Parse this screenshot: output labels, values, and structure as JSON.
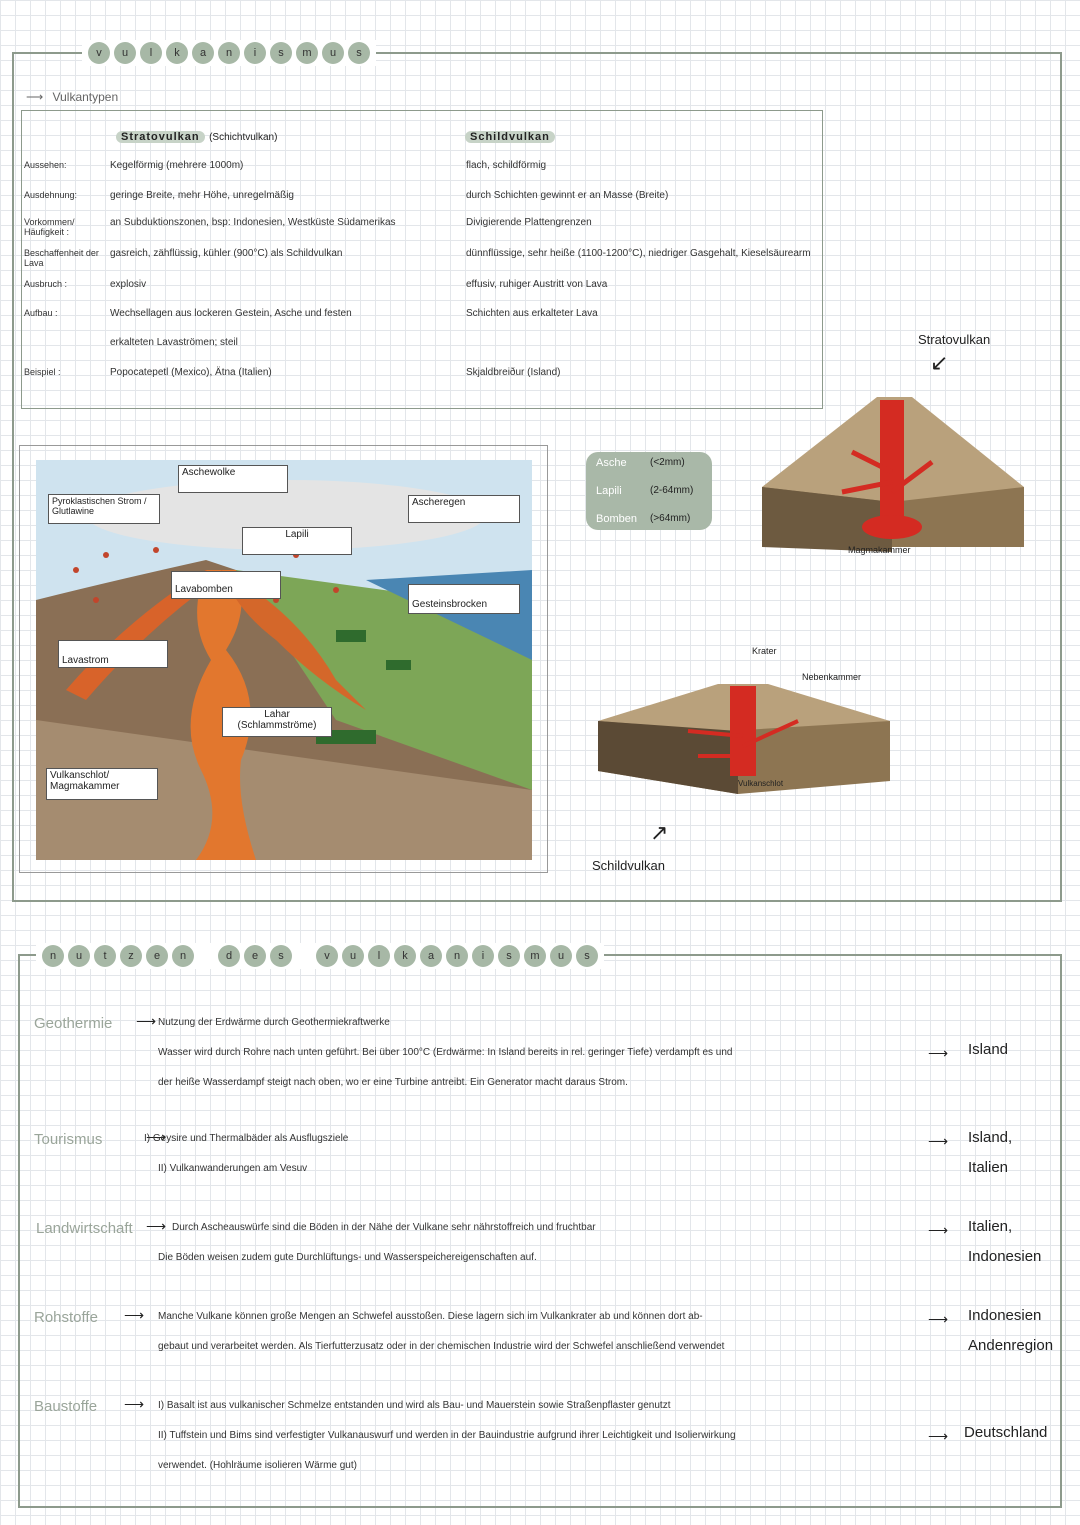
{
  "section1": {
    "title_letters": [
      "v",
      "u",
      "l",
      "k",
      "a",
      "n",
      "i",
      "s",
      "m",
      "u",
      "s"
    ],
    "subtitle": "Vulkantypen",
    "table": {
      "col1_title": "Stratovulkan",
      "col1_note": "(Schichtvulkan)",
      "col2_title": "Schildvulkan",
      "rows": [
        {
          "label": "Aussehen:",
          "strato": "Kegelförmig (mehrere 1000m)",
          "schild": "flach, schildförmig"
        },
        {
          "label": "Ausdehnung:",
          "strato": "geringe Breite, mehr Höhe, unregelmäßig",
          "schild": "durch Schichten gewinnt er an Masse (Breite)"
        },
        {
          "label": "Vorkommen/ Häufigkeit :",
          "strato": "an Subduktionszonen, bsp: Indonesien, Westküste Südamerikas",
          "schild": "Divigierende Plattengrenzen"
        },
        {
          "label": "Beschaffenheit der Lava",
          "strato": "gasreich, zähflüssig, kühler (900°C) als Schildvulkan",
          "schild": "dünnflüssige, sehr heiße (1100-1200°C), niedriger Gasgehalt, Kieselsäurearm"
        },
        {
          "label": "Ausbruch :",
          "strato": "explosiv",
          "schild": "effusiv, ruhiger Austritt von Lava"
        },
        {
          "label": "Aufbau :",
          "strato": "Wechsellagen aus lockeren Gestein, Asche und festen",
          "schild": "Schichten aus erkalteter Lava"
        },
        {
          "label": "",
          "strato": "erkalteten Lavaströmen; steil",
          "schild": ""
        },
        {
          "label": "Beispiel :",
          "strato": "Popocatepetl (Mexico), Ätna (Italien)",
          "schild": "Skjaldbreiður (Island)"
        }
      ]
    },
    "diagram_labels": {
      "aschewolke": "Aschewolke",
      "pyroklastisch": "Pyroklastischen Strom / Glutlawine",
      "ascheregen": "Ascheregen",
      "lapili": "Lapili",
      "lavabomben": "Lavabomben",
      "gesteinsbrocken": "Gesteinsbrocken",
      "lavastrom": "Lavastrom",
      "lahar": "Lahar (Schlammströme)",
      "vulkanschlot": "Vulkanschlot/ Magmakammer"
    },
    "ejecta": [
      {
        "name": "Asche",
        "size": "(<2mm)"
      },
      {
        "name": "Lapili",
        "size": "(2-64mm)"
      },
      {
        "name": "Bomben",
        "size": "(>64mm)"
      }
    ],
    "strato_caption": "Stratovulkan",
    "magmakammer": "Magmakammer",
    "krater": "Krater",
    "nebenkammer": "Nebenkammer",
    "vulkanschlot": "Vulkanschlot",
    "schild_caption": "Schildvulkan"
  },
  "section2": {
    "title_words": [
      [
        "n",
        "u",
        "t",
        "z",
        "e",
        "n"
      ],
      [
        "d",
        "e",
        "s"
      ],
      [
        "v",
        "u",
        "l",
        "k",
        "a",
        "n",
        "i",
        "s",
        "m",
        "u",
        "s"
      ]
    ],
    "items": [
      {
        "heading": "Geothermie",
        "lines": [
          "Nutzung der Erdwärme durch Geothermiekraftwerke",
          "Wasser wird durch Rohre nach unten geführt. Bei über 100°C (Erdwärme: In Island bereits in rel. geringer Tiefe) verdampft es und",
          "der heiße Wasserdampf steigt nach oben, wo er eine Turbine antreibt. Ein Generator macht daraus Strom."
        ],
        "countries": [
          "Island"
        ]
      },
      {
        "heading": "Tourismus",
        "lines": [
          "I) Geysire und Thermalbäder als Ausflugsziele",
          "II) Vulkanwanderungen am Vesuv"
        ],
        "countries": [
          "Island,",
          "Italien"
        ]
      },
      {
        "heading": "Landwirtschaft",
        "lines": [
          "Durch Ascheauswürfe sind die Böden in der Nähe der Vulkane sehr nährstoffreich und fruchtbar",
          "Die Böden weisen zudem gute Durchlüftungs- und Wasserspeichereigenschaften auf."
        ],
        "countries": [
          "Italien,",
          "Indonesien"
        ]
      },
      {
        "heading": "Rohstoffe",
        "lines": [
          "Manche Vulkane können große Mengen an Schwefel ausstoßen. Diese lagern sich im Vulkankrater ab und können dort ab-",
          "gebaut und verarbeitet werden. Als Tierfutterzusatz oder in der chemischen Industrie wird der Schwefel anschließend verwendet"
        ],
        "countries": [
          "Indonesien",
          "Andenregion"
        ]
      },
      {
        "heading": "Baustoffe",
        "lines": [
          "I) Basalt ist aus vulkanischer Schmelze entstanden und wird als Bau- und Mauerstein sowie Straßenpflaster genutzt",
          "II) Tuffstein und Bims sind verfestigter Vulkanauswurf und werden in der Bauindustrie aufgrund ihrer Leichtigkeit und Isolierwirkung",
          "verwendet. (Hohlräume isolieren Wärme gut)"
        ],
        "countries": [
          "Deutschland"
        ]
      }
    ]
  }
}
